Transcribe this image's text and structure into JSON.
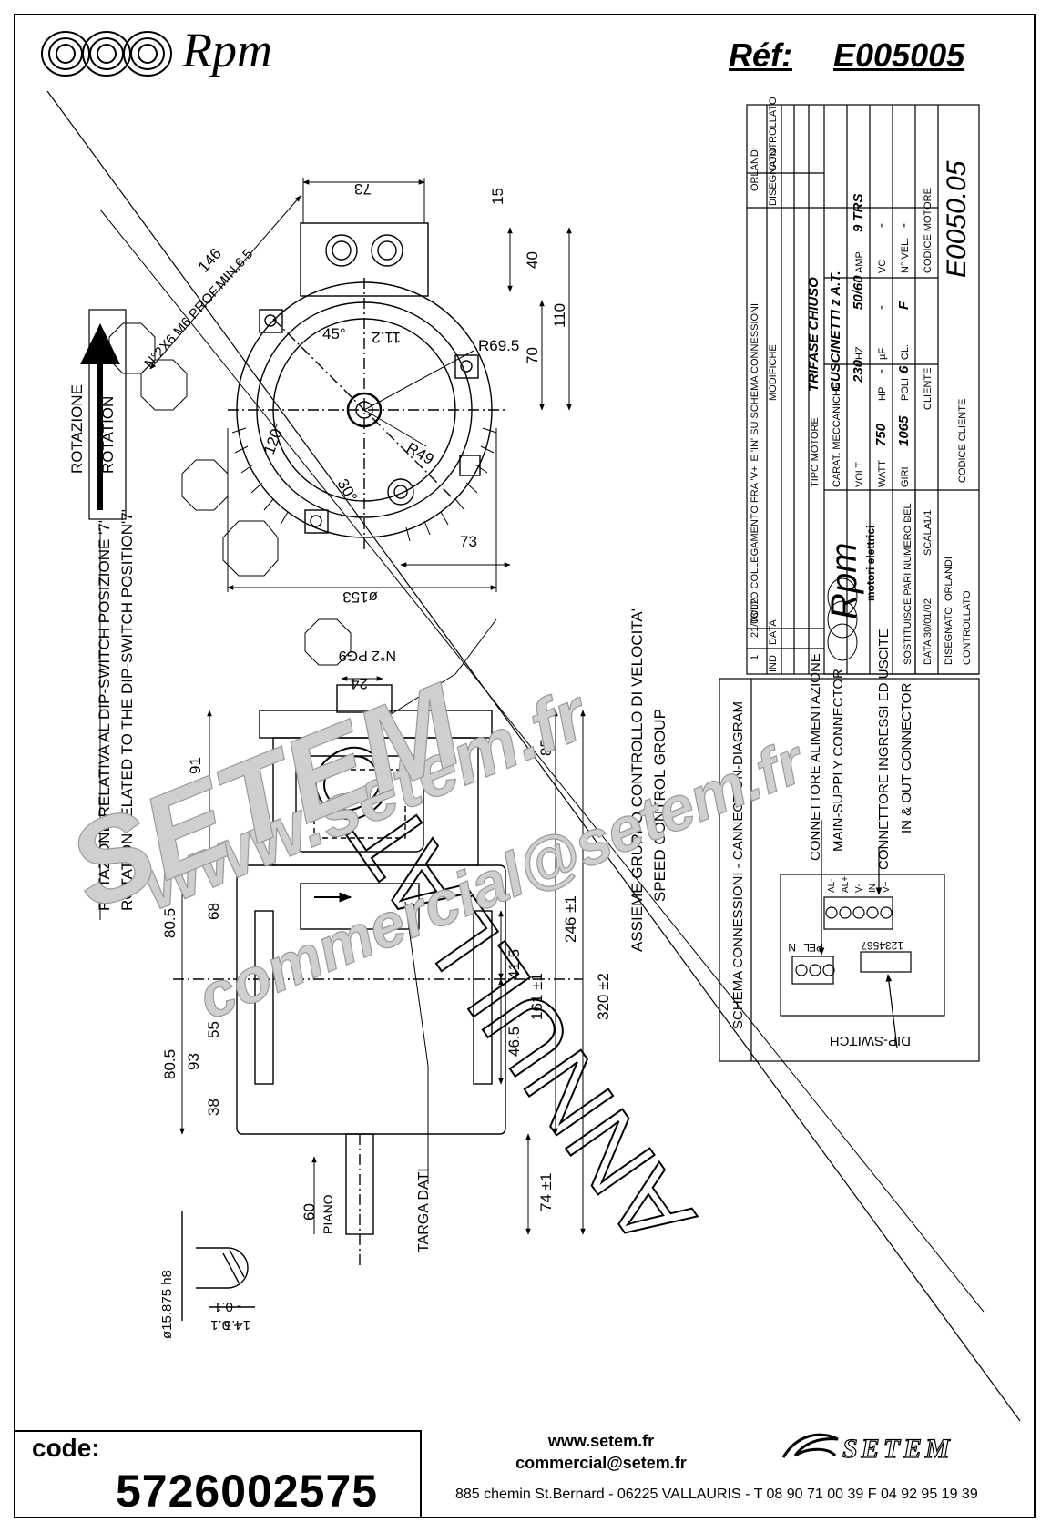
{
  "header": {
    "brand": "Rpm",
    "ref_label": "Réf:",
    "ref_value": "E005005"
  },
  "title_block": {
    "rows": [
      {
        "ind": "1",
        "data": "21/03/02",
        "desc": "TOLTO COLLEGAMENTO FRA 'V+' E 'IN' SU SCHEMA CONNESSIONI",
        "designer": "ORLANDI"
      },
      {
        "ind": "IND",
        "data": "DATA",
        "desc": "MODIFICHE",
        "designer": "DISEGNATO",
        "checked": "CONTROLLATO"
      }
    ],
    "tipo_motore_label": "TIPO MOTORE",
    "tipo_motore": "TRIFASE CHIUSO",
    "carat_label": "CARAT. MECCANICHE",
    "carat": "CUSCINETTI z A.T.",
    "volt_label": "VOLT",
    "volt": "230",
    "hz_label": "HZ",
    "hz": "50/60",
    "amp_label": "AMP.",
    "amp": "9 TRS",
    "watt_label": "WATT",
    "watt": "750",
    "hp_label": "HP",
    "hp": "-",
    "uf_label": "µF",
    "uf": "-",
    "vc_label": "VC",
    "vc": "-",
    "giri_label": "GIRI",
    "giri": "1065",
    "poli_label": "POLI",
    "poli": "6",
    "cl_label": "CL.",
    "cl": "F",
    "nvel_label": "N° VEL.",
    "nvel": "-",
    "cliente_label": "CLIENTE",
    "codice_motore_label": "CODICE MOTORE",
    "codice_motore": "E0050.05",
    "codice_cliente_label": "CODICE CLIENTE",
    "sostituisce_label": "SOSTITUISCE PARI NUMERO DEL",
    "sostituisce": "-",
    "data_label": "DATA",
    "data": "30/01/02",
    "scala_label": "SCALA",
    "scala": "1/1",
    "disegnato_label": "DISEGNATO",
    "disegnato": "ORLANDI",
    "controllato_label": "CONTROLLATO",
    "company": "Rpm",
    "company_sub": "motori elettrici"
  },
  "connection_diagram": {
    "title": "SCHEMA CONNESSIONI - CANNECTION-DIAGRAM",
    "main_supply_it": "CONNETTORE ALIMENTAZIONE",
    "main_supply_en": "MAIN-SUPPLY CONNECTOR",
    "io_it": "CONNETTORE INGRESSI ED USCITE",
    "io_en": "IN & OUT CONNECTOR",
    "dip_switch": "DIP-SWITCH",
    "supply_terminals": [
      "N",
      "L",
      "PE"
    ],
    "io_terminals": [
      "AL-",
      "AL+",
      "V-",
      "IN",
      "V+"
    ],
    "dip_numbers": "1234567"
  },
  "rotation": {
    "it": "ROTAZIONE",
    "en": "ROTATION",
    "note_it": "ROTAZIONE RELATIVA AL DIP-SWITCH POSIZIONE '7'",
    "note_en": "ROTATION RELATED TO THE DIP-SWITCH POSITION'7'"
  },
  "labels": {
    "speed_group_it": "ASSIEME GRUPPO CONTROLLO DI VELOCITA'",
    "speed_group_en": "SPEED CONTROL GROUP",
    "targa": "TARGA DATI",
    "piano": "PIANO",
    "pg9": "N°2 PG9",
    "holes": "N°2X6 M6 PROF.MIN.6.5",
    "annullato": "ANNULLATO"
  },
  "dimensions": {
    "front": [
      "73",
      "15",
      "40",
      "110",
      "70",
      "146",
      "45°",
      "11.2",
      "R69.5",
      "R49",
      "120°",
      "30°",
      "73",
      "ø153"
    ],
    "side": [
      "24",
      "91",
      "85",
      "68",
      "80.5",
      "55",
      "80.5",
      "93",
      "38",
      "41.5",
      "46.5",
      "161 ±1",
      "246 ±1",
      "320 ±2",
      "74 ±1",
      "60"
    ],
    "shaft": [
      "ø15.875 h8",
      "14.5",
      "- 0.1",
      "+ 0.1"
    ]
  },
  "watermarks": [
    "www.setem.fr",
    "SETEM",
    "commercial@setem.fr"
  ],
  "footer": {
    "code_label": "code:",
    "code_value": "5726002575",
    "web": "www.setem.fr",
    "email": "commercial@setem.fr",
    "address": "885 chemin St.Bernard  -  06225 VALLAURIS  -  T 08 90 71 00 39   F 04 92 95 19 39",
    "logo": "SETEM"
  }
}
